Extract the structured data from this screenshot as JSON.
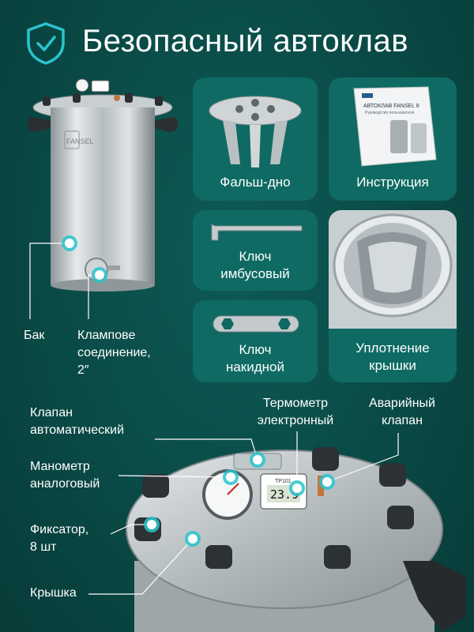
{
  "header": {
    "title": "Безопасный автоклав",
    "icon": "shield-check-icon"
  },
  "top_labels": {
    "tank": "Бак",
    "clamp": [
      "Клампове",
      "соединение,",
      "2″"
    ]
  },
  "cards": {
    "false_bottom": "Фальш-дно",
    "manual": "Инструкция",
    "manual_cover_title": "АВТОКЛАВ FANSEL 8",
    "manual_cover_sub": "Руководство пользователя",
    "hex_key": [
      "Ключ",
      "имбусовый"
    ],
    "wrench": [
      "Ключ",
      "накидной"
    ],
    "seal": [
      "Уплотнение",
      "крышки"
    ]
  },
  "bottom_labels": {
    "auto_valve": [
      "Клапан",
      "автоматический"
    ],
    "gauge": [
      "Манометр",
      "аналоговый"
    ],
    "clamp_lock": [
      "Фиксатор,",
      "8 шт"
    ],
    "lid": "Крышка",
    "thermometer": [
      "Термометр",
      "электронный"
    ],
    "emergency_valve": [
      "Аварийный",
      "клапан"
    ]
  },
  "device": {
    "brand": "FANSEL",
    "thermo_reading": "23.9",
    "thermo_brand": "TP101"
  },
  "colors": {
    "background": "#0a4a46",
    "card": "#0f6a63",
    "accent": "#2ac4cd"
  }
}
